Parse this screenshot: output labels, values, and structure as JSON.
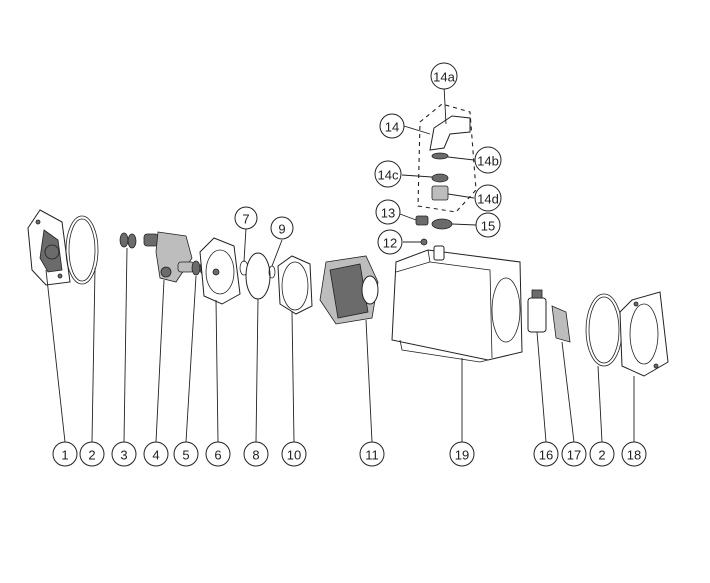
{
  "diagram": {
    "callouts": [
      "1",
      "2",
      "3",
      "4",
      "5",
      "6",
      "8",
      "10",
      "11",
      "19",
      "16",
      "17",
      "2",
      "18",
      "7",
      "9",
      "12",
      "13",
      "14",
      "14a",
      "14b",
      "14c",
      "14d",
      "15"
    ]
  },
  "colors": {
    "line": "#222222",
    "background": "#ffffff",
    "shade": "#6b6b6b"
  }
}
